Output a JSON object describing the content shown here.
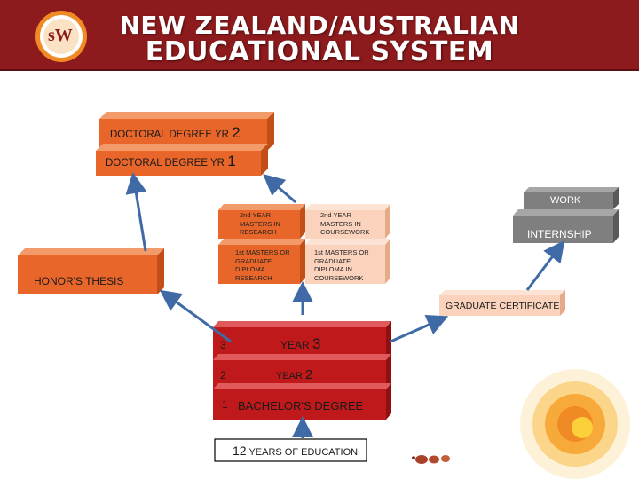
{
  "header": {
    "title_line1": "NEW ZEALAND/AUSTRALIAN",
    "title_line2": "EDUCATIONAL SYSTEM",
    "logo_text": "sW"
  },
  "diagram": {
    "doctoral_yr2": {
      "text": "DOCTORAL DEGREE YR",
      "num": "2"
    },
    "doctoral_yr1": {
      "text": "DOCTORAL DEGREE YR",
      "num": "1"
    },
    "masters_research_yr2": "2nd YEAR MASTERS IN RESEARCH",
    "masters_coursework_yr2": "2nd YEAR MASTERS IN COURSEWORK",
    "masters_research_yr1": "1st MASTERS OR GRADUATE DIPLOMA RESEARCH",
    "masters_coursework_yr1": "1st MASTERS OR GRADUATE DIPLOMA IN COURSEWORK",
    "honors_thesis": "HONOR'S THESIS",
    "work": "WORK",
    "internship": "INTERNSHIP",
    "graduate_certificate": "GRADUATE CERTIFICATE",
    "year3": {
      "side": "3",
      "label": "YEAR",
      "num": "3"
    },
    "year2": {
      "side": "2",
      "label": "YEAR",
      "num": "2"
    },
    "year1": {
      "side": "1",
      "label": "BACHELOR'S DEGREE"
    },
    "twelve_years": {
      "num": "12",
      "label": "YEARS OF EDUCATION"
    }
  },
  "colors": {
    "header": "#8d1a1c",
    "orange": "#e8662a",
    "light_peach": "#fbd3bd",
    "red": "#c0191b",
    "gray": "#7f7f7f",
    "arrow": "#3f6aa6"
  }
}
